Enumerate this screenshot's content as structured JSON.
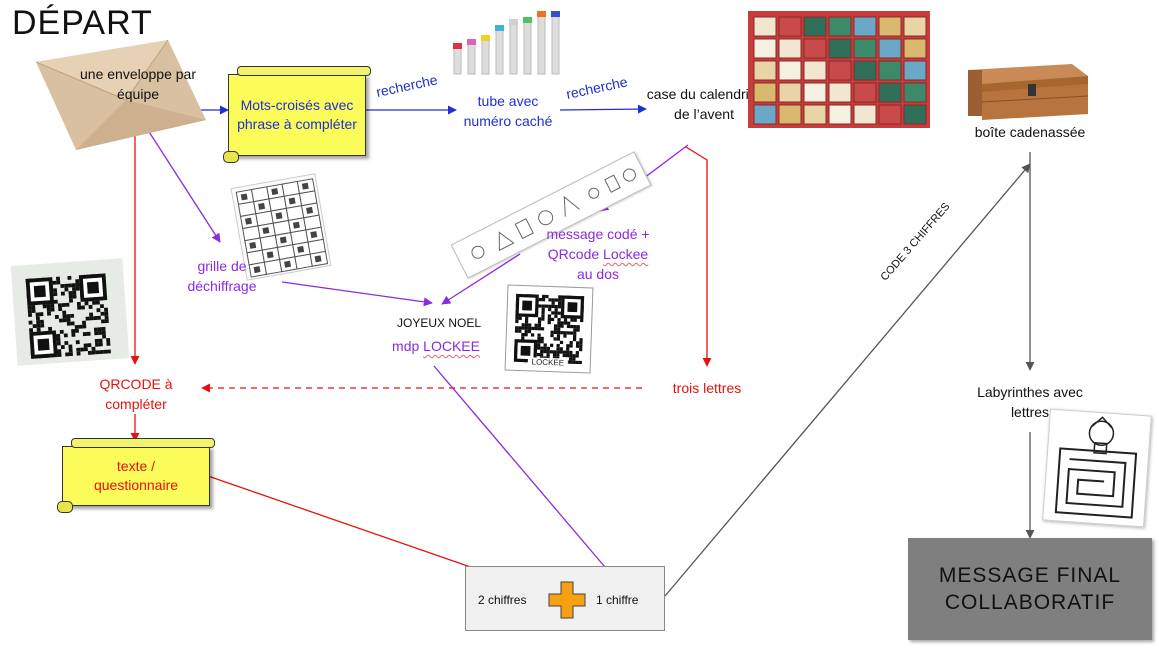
{
  "title": "DÉPART",
  "nodes": {
    "envelope": "une enveloppe par équipe",
    "crossword": "Mots-croisés avec phrase à compléter",
    "tube": "tube avec numéro caché",
    "calendar_box": "case du calendrier de l’avent",
    "locked_box": "boîte cadenassée",
    "grid": "grille de déchiffrage",
    "coded_message_line1": "message codé +",
    "coded_message_line2": "QRcode",
    "coded_message_lockee": "Lockee",
    "coded_message_line3": "au dos",
    "joyeux": "JOYEUX NOEL",
    "mdp_prefix": "mdp",
    "mdp_word": "LOCKEE",
    "qrcode": "QRCODE à compléter",
    "three_letters": "trois lettres",
    "text_quiz": "texte / questionnaire",
    "two_digits": "2 chiffres",
    "one_digit": "1 chiffre",
    "labyrinths": "Labyrinthes avec lettres",
    "final_message": "MESSAGE FINAL COLLABORATIF"
  },
  "edges": {
    "search1": "recherche",
    "search2": "recherche",
    "code": "CODE 3 CHIFFRES"
  },
  "images": {
    "qr_lockee_caption": "LOCKEE"
  },
  "colors": {
    "blue": "#1f2fd0",
    "purple": "#8a2be2",
    "red": "#e81010",
    "gray": "#555555",
    "scroll_yellow": "#fbfb5a",
    "final_box": "#7f7f7f"
  }
}
